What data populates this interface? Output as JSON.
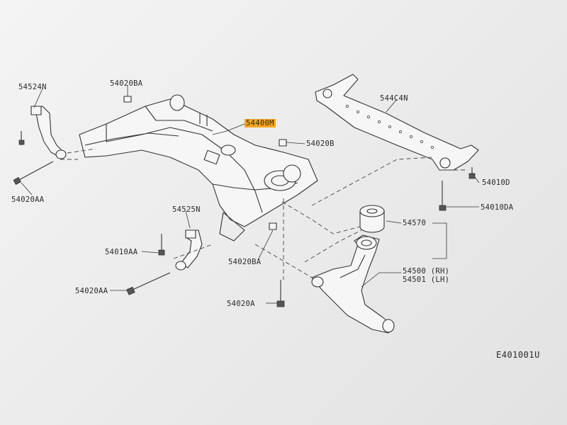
{
  "diagram": {
    "drawing_code": "E401001U",
    "labels": {
      "p54524N": "54524N",
      "p54020BA_top": "54020BA",
      "p54400M": "54400M",
      "p54020B": "54020B",
      "p544C4N": "544C4N",
      "p54010D": "54010D",
      "p54010DA": "54010DA",
      "p54570": "54570",
      "p54500": "54500 (RH)",
      "p54501": "54501 (LH)",
      "p54525N": "54525N",
      "p54010AA": "54010AA",
      "p54020BA_mid": "54020BA",
      "p54020AA_left": "54020AA",
      "p54020AA_bottom": "54020AA",
      "p54020A": "54020A"
    },
    "highlight_color": "#f5a623"
  }
}
